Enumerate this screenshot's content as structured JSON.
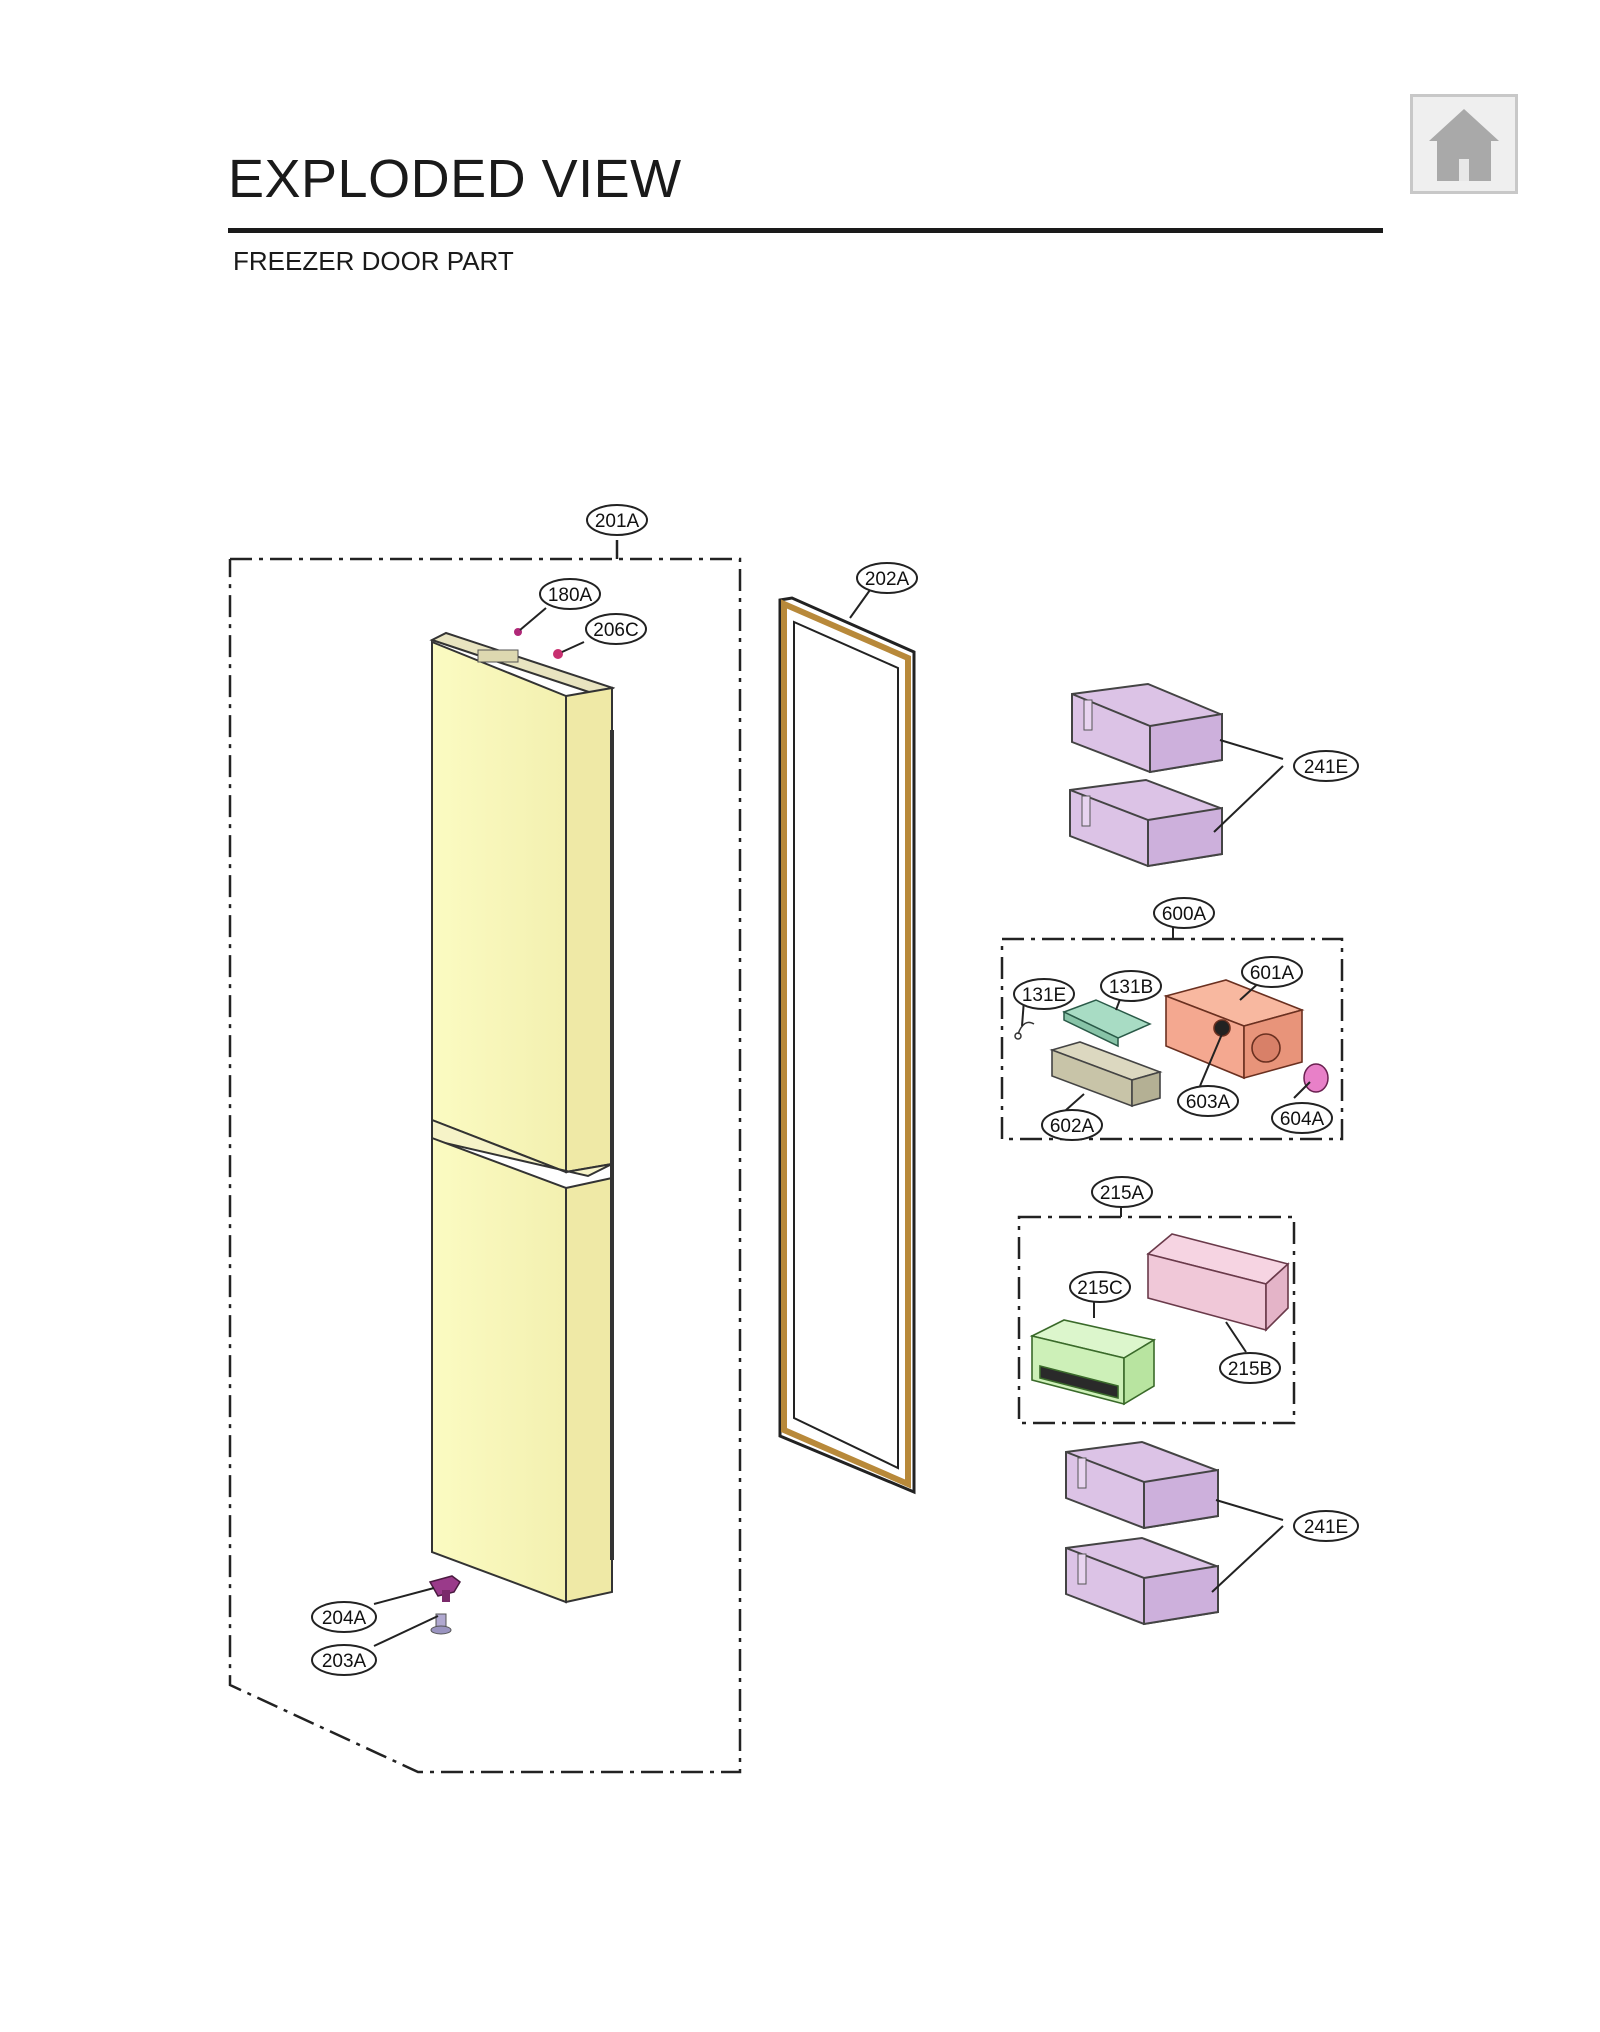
{
  "header": {
    "title": "EXPLODED VIEW",
    "subtitle": "FREEZER DOOR PART"
  },
  "nav": {
    "home_icon": "home-icon"
  },
  "callouts": {
    "c201A": "201A",
    "c180A": "180A",
    "c206C": "206C",
    "c202A": "202A",
    "c241E_top": "241E",
    "c600A": "600A",
    "c601A": "601A",
    "c131E": "131E",
    "c131B": "131B",
    "c602A": "602A",
    "c603A": "603A",
    "c604A": "604A",
    "c215A": "215A",
    "c215C": "215C",
    "c215B": "215B",
    "c241E_bottom": "241E",
    "c204A": "204A",
    "c203A": "203A"
  },
  "colors": {
    "door_panel": "#fbfbc0",
    "gasket": "#c8a060",
    "door_bin": "#dcc3e6",
    "ice_box": "#f4a890",
    "ice_tray": "#a8dcc4",
    "ice_bin": "#c8c4a8",
    "knob": "#e880c8",
    "crisper_case": "#f0c8d8",
    "crisper_bin": "#cdf0b8",
    "hinge_cap": "#9a3a8a"
  }
}
